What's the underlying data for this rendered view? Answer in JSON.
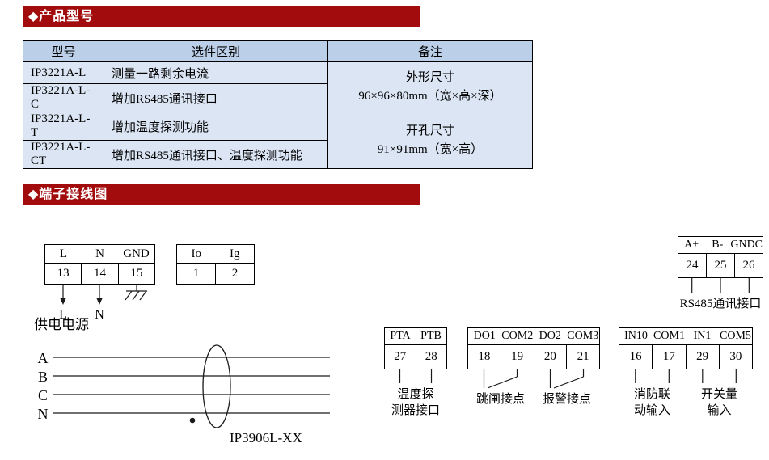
{
  "colors": {
    "section_header_bg": "#a20c0c",
    "table_header_bg": "#bccfe8",
    "table_cell_bg": "#dbe5f3"
  },
  "sections": {
    "products": "◆产品型号",
    "wiring": "◆端子接线图"
  },
  "table": {
    "headers": [
      "型号",
      "选件区别",
      "备注"
    ],
    "rows": [
      {
        "model": "IP3221A-L",
        "option": "测量一路剩余电流"
      },
      {
        "model": "IP3221A-L-C",
        "option": "增加RS485通讯接口"
      },
      {
        "model": "IP3221A-L-T",
        "option": "增加温度探测功能"
      },
      {
        "model": "IP3221A-L-CT",
        "option": "增加RS485通讯接口、温度探测功能"
      }
    ],
    "remark_outline": {
      "title": "外形尺寸",
      "value": "96×96×80mm（宽×高×深）"
    },
    "remark_cutout": {
      "title": "开孔尺寸",
      "value": "91×91mm（宽×高）"
    }
  },
  "diagram": {
    "power": {
      "labels": [
        "L",
        "N",
        "GND"
      ],
      "terminals": [
        "13",
        "14",
        "15"
      ],
      "arrow_labels": [
        "L",
        "N"
      ],
      "caption": "供电电源"
    },
    "current": {
      "labels": [
        "Io",
        "Ig"
      ],
      "terminals": [
        "1",
        "2"
      ]
    },
    "phases": [
      "A",
      "B",
      "C",
      "N"
    ],
    "ct_label": "IP3906L-XX",
    "rs485": {
      "labels": [
        "A+",
        "B-",
        "GNDC"
      ],
      "terminals": [
        "24",
        "25",
        "26"
      ],
      "caption": "RS485通讯接口"
    },
    "temp": {
      "labels": [
        "PTA",
        "PTB"
      ],
      "terminals": [
        "27",
        "28"
      ],
      "caption_line1": "温度探",
      "caption_line2": "测器接口"
    },
    "relay": {
      "labels": [
        "DO1",
        "COM2",
        "DO2",
        "COM3"
      ],
      "terminals": [
        "18",
        "19",
        "20",
        "21"
      ],
      "caption_trip": "跳闸接点",
      "caption_alarm": "报警接点"
    },
    "digital": {
      "labels": [
        "IN10",
        "COM1",
        "IN1",
        "COM5"
      ],
      "terminals": [
        "16",
        "17",
        "29",
        "30"
      ],
      "caption1_line1": "消防联",
      "caption1_line2": "动输入",
      "caption2_line1": "开关量",
      "caption2_line2": "输入"
    }
  }
}
